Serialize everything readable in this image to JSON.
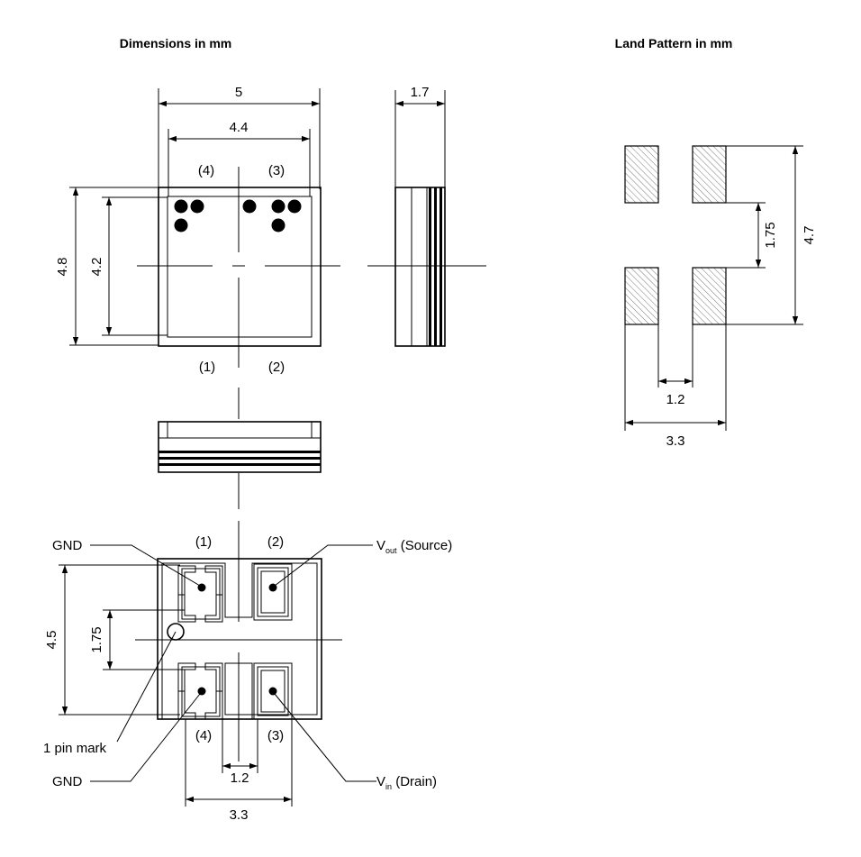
{
  "titles": {
    "dimensions": "Dimensions in mm",
    "land_pattern": "Land Pattern in mm"
  },
  "top_view": {
    "width": "5",
    "inner_width": "4.4",
    "height": "4.8",
    "inner_height": "4.2",
    "pins_top": [
      "(4)",
      "(3)"
    ],
    "pins_bottom": [
      "(1)",
      "(2)"
    ]
  },
  "side_view": {
    "thickness": "1.7"
  },
  "bottom_view": {
    "pins_top": [
      "(1)",
      "(2)"
    ],
    "pins_bottom": [
      "(4)",
      "(3)"
    ],
    "height": "4.5",
    "pitch_v": "1.75",
    "gap": "1.2",
    "span": "3.3",
    "callouts": {
      "gnd_top": "GND",
      "vout_main": "V",
      "vout_sub": "out",
      "vout_rest": " (Source)",
      "pin_mark": "1 pin mark",
      "gnd_bottom": "GND",
      "vin_main": "V",
      "vin_sub": "in",
      "vin_rest": " (Drain)"
    }
  },
  "land_pattern": {
    "pitch_v": "1.75",
    "height": "4.7",
    "gap": "1.2",
    "span": "3.3"
  }
}
